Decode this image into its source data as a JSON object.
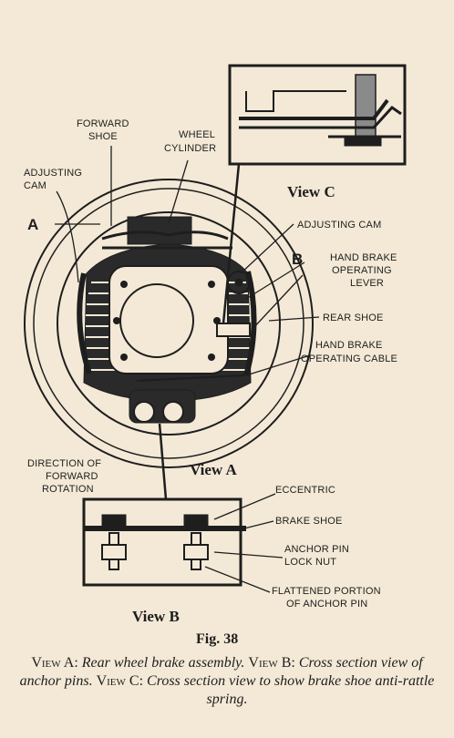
{
  "labels": {
    "forward_shoe": [
      "FORWARD",
      "SHOE"
    ],
    "wheel_cylinder": [
      "WHEEL",
      "CYLINDER"
    ],
    "adjusting_cam_left": [
      "ADJUSTING",
      "CAM"
    ],
    "letter_a": "A",
    "letter_b": "B",
    "adjusting_cam_right": "ADJUSTING CAM",
    "hand_brake_lever": [
      "HAND BRAKE",
      "OPERATING",
      "LEVER"
    ],
    "rear_shoe": "REAR SHOE",
    "hand_brake_cable": [
      "HAND BRAKE",
      "OPERATING CABLE"
    ],
    "direction": [
      "DIRECTION OF",
      "FORWARD",
      "ROTATION"
    ],
    "eccentric": "ECCENTRIC",
    "brake_shoe": "BRAKE SHOE",
    "anchor_pin_nut": [
      "ANCHOR PIN",
      "LOCK NUT"
    ],
    "flattened": [
      "FLATTENED PORTION",
      "OF ANCHOR PIN"
    ]
  },
  "views": {
    "view_a": "View A",
    "view_b": "View B",
    "view_c": "View C"
  },
  "figure": "Fig. 38",
  "caption": {
    "p1_label": "View A:",
    "p1_text": "Rear wheel brake assembly.",
    "p2_label": "View B:",
    "p2_text": "Cross section view of anchor pins.",
    "p3_label": "View C:",
    "p3_text": "Cross section view to show brake shoe anti-rattle spring."
  },
  "colors": {
    "ink": "#1e1e1e",
    "paper": "#f3e9d6"
  }
}
